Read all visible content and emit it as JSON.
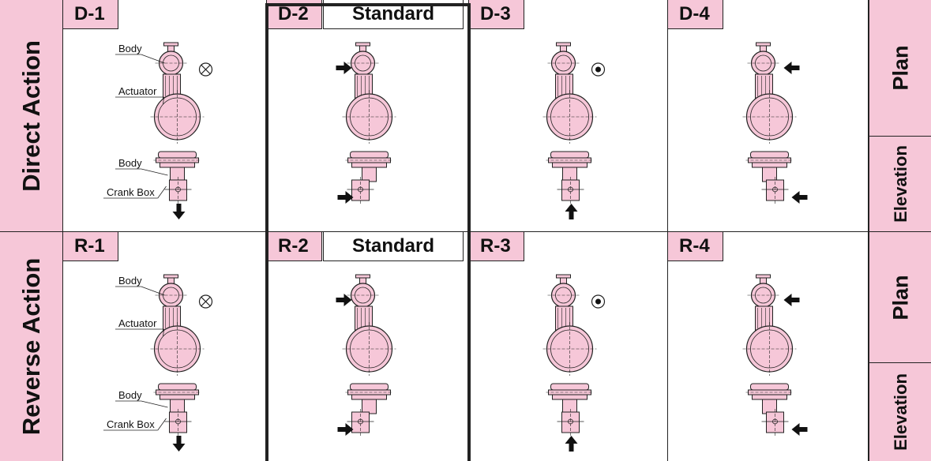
{
  "rows": [
    {
      "label": "Direct Action",
      "cells": [
        {
          "tag": "D-1",
          "standard": "",
          "callouts": [
            "Body",
            "Actuator",
            "Body",
            "Crank Box"
          ],
          "plan_mark": "cross",
          "plan_arrow": "",
          "elev_arrow": "down"
        },
        {
          "tag": "D-2",
          "standard": "Standard",
          "callouts": [],
          "plan_mark": "",
          "plan_arrow": "right",
          "elev_arrow": "right"
        },
        {
          "tag": "D-3",
          "standard": "",
          "callouts": [],
          "plan_mark": "dot",
          "plan_arrow": "",
          "elev_arrow": "up"
        },
        {
          "tag": "D-4",
          "standard": "",
          "callouts": [],
          "plan_mark": "",
          "plan_arrow": "left",
          "elev_arrow": "left"
        }
      ]
    },
    {
      "label": "Reverse Action",
      "cells": [
        {
          "tag": "R-1",
          "standard": "",
          "callouts": [
            "Body",
            "Actuator",
            "Body",
            "Crank Box"
          ],
          "plan_mark": "cross",
          "plan_arrow": "",
          "elev_arrow": "down"
        },
        {
          "tag": "R-2",
          "standard": "Standard",
          "callouts": [],
          "plan_mark": "",
          "plan_arrow": "right",
          "elev_arrow": "right"
        },
        {
          "tag": "R-3",
          "standard": "",
          "callouts": [],
          "plan_mark": "dot",
          "plan_arrow": "",
          "elev_arrow": "up"
        },
        {
          "tag": "R-4",
          "standard": "",
          "callouts": [],
          "plan_mark": "",
          "plan_arrow": "left",
          "elev_arrow": "left"
        }
      ]
    }
  ],
  "side_labels": {
    "plan": "Plan",
    "elevation": "Elevation"
  },
  "colors": {
    "pink": "#f6c7d8",
    "ink": "#222222"
  }
}
